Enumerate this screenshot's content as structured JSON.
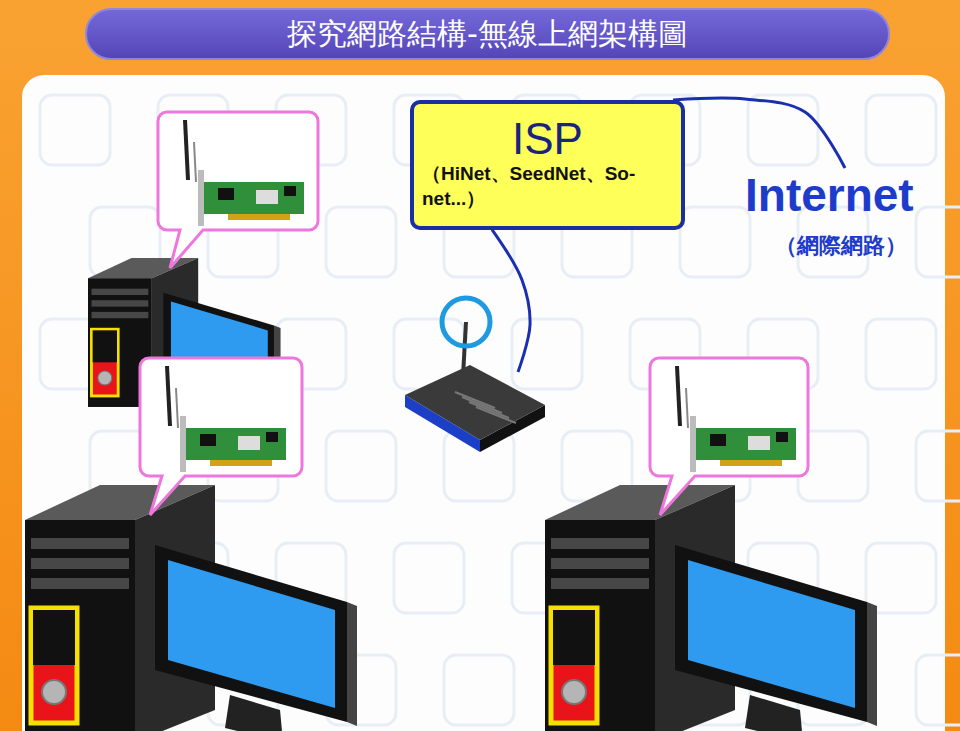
{
  "diagram": {
    "title": "探究網路結構-無線上網架構圖",
    "nodes": [
      {
        "text": [
          "ISP",
          "（HiNet、SeedNet、So-net...）"
        ]
      }
    ],
    "labels": [
      "Internet",
      "（網際網路）"
    ]
  }
}
